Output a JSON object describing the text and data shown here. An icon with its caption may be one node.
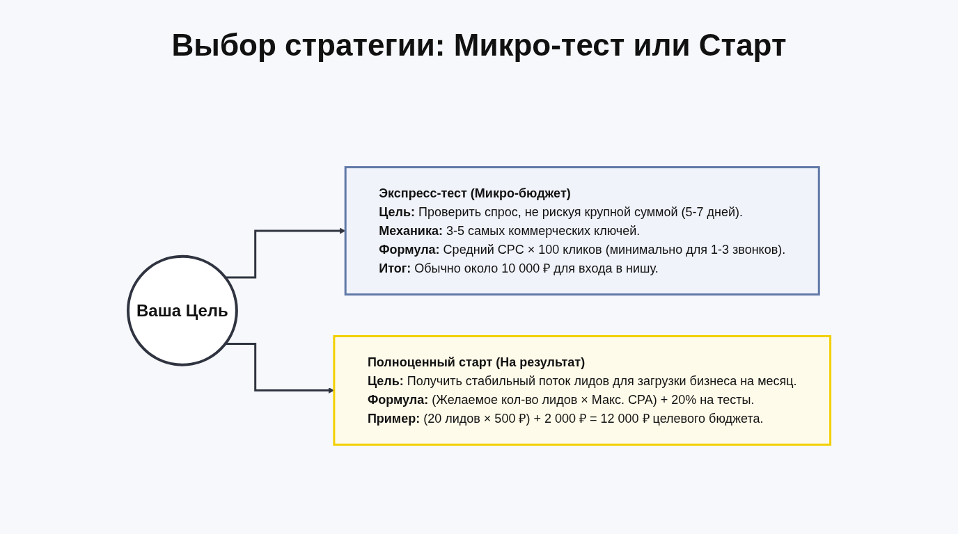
{
  "diagram": {
    "title": "Выбор стратегии: Микро-тест или Старт",
    "nodes": [
      {
        "text": [
          "Ваша Цель"
        ]
      },
      {
        "text": [
          "Экспресс-тест (Микро-бюджет)",
          "**Цель:** Проверить спрос, не рискуя крупной суммой (5-7 дней).",
          "**Механика:** 3-5 самых коммерческих ключей.",
          "**Формула:** Средний CPC × 100 кликов (минимально для 1-3 звонков).",
          "**Итог:** Обычно около 10 000 ₽ для входа в нишу."
        ]
      },
      {
        "text": [
          "Полноценный старт (На результат)",
          "**Цель:** Получить стабильный поток лидов для загрузки бизнеса на месяц.",
          "**Формула:** (Желаемое кол-во лидов × Макс. CPA) + 20% на тесты.",
          "**Пример:** (20 лидов × 500 ₽) + 2 000 ₽ = 12 000 ₽ целевого бюджета."
        ]
      }
    ],
    "edges": [
      {
        "from": 0,
        "to": 1,
        "arrow": "to"
      },
      {
        "from": 0,
        "to": 2,
        "arrow": "to"
      }
    ]
  }
}
